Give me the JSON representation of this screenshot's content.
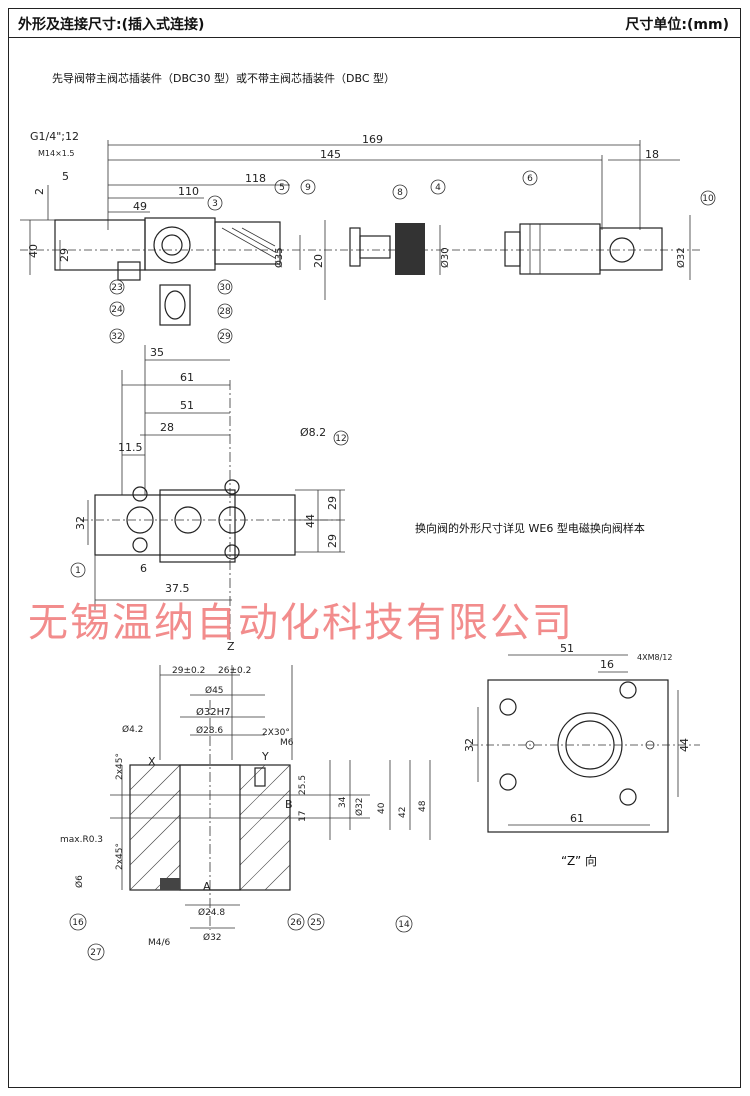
{
  "header": {
    "title": "外形及连接尺寸:(插入式连接)",
    "unit": "尺寸单位:(mm)"
  },
  "subtitle": "先导阀带主阀芯插装件（DBC30 型）或不带主阀芯插装件（DBC 型）",
  "note": "换向阀的外形尺寸详见 WE6 型电磁换向阀样本",
  "watermark": "无锡温纳自动化科技有限公司",
  "z_view_label": "“Z” 向",
  "side_view": {
    "g_thread": "G1/4\";12",
    "m_thread": "M14×1.5",
    "dims": [
      "169",
      "145",
      "118",
      "110",
      "49",
      "5",
      "2",
      "40",
      "29",
      "20",
      "18",
      "Ø35",
      "Ø30",
      "Ø32"
    ],
    "callouts": [
      "5",
      "9",
      "8",
      "4",
      "6",
      "10",
      "3",
      "23",
      "30",
      "24",
      "28",
      "32",
      "29"
    ]
  },
  "top_view": {
    "dims": [
      "35",
      "61",
      "51",
      "28",
      "11.5",
      "Ø8.2",
      "29",
      "44",
      "29",
      "32",
      "6",
      "37.5"
    ],
    "axis_label": "Z",
    "callouts": [
      "12",
      "1"
    ]
  },
  "section_view": {
    "dims": [
      "29±0.2",
      "26±0.2",
      "Ø45",
      "Ø32H7",
      "Ø28.6",
      "Ø24.8",
      "Ø32",
      "2X30°",
      "M6",
      "25.5",
      "17",
      "34",
      "Ø32",
      "40",
      "42",
      "48",
      "2x45°",
      "2x45°",
      "Ø6",
      "Ø4.2",
      "max.R0.3",
      "M4/6"
    ],
    "letters": [
      "X",
      "Y",
      "B",
      "A"
    ],
    "callouts": [
      "16",
      "27",
      "26",
      "25",
      "14"
    ]
  },
  "z_view": {
    "dims": [
      "51",
      "16",
      "4XM8/12",
      "32",
      "44",
      "61"
    ]
  },
  "colors": {
    "line": "#222222",
    "watermark": "#f07878"
  }
}
